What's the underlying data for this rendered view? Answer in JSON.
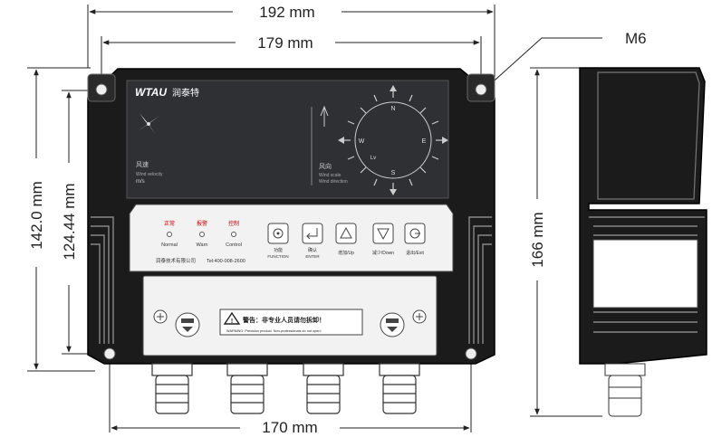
{
  "dimensions": {
    "total_width": "192 mm",
    "inner_width": "179 mm",
    "base_width": "170 mm",
    "total_height": "142.0  mm",
    "inner_height": "124.44  mm",
    "depth_side": "166 mm",
    "mount_screw": "M6"
  },
  "device": {
    "brand_logo": "WTAU",
    "brand_cn": "润泰特",
    "wind_speed_cn": "风速",
    "wind_speed_en": "Wind velocity",
    "wind_speed_unit": "m/s",
    "wind_dir_cn": "风向",
    "wind_dir_en1": "Wind scale",
    "wind_dir_en2": "Wind direction",
    "compass": {
      "n": "N",
      "e": "E",
      "s": "S",
      "w": "W",
      "lv": "Lv"
    },
    "indicators": [
      {
        "cn": "正常",
        "en": "Normal"
      },
      {
        "cn": "报警",
        "en": "Warn"
      },
      {
        "cn": "控制",
        "en": "Control"
      }
    ],
    "buttons": [
      {
        "cn": "功能",
        "en": "FUNCTION"
      },
      {
        "cn": "确认",
        "en": "ENTER"
      },
      {
        "cn": "增加/Up",
        "en": ""
      },
      {
        "cn": "减少/Down",
        "en": ""
      },
      {
        "cn": "退出/Exit",
        "en": ""
      }
    ],
    "company": "润泰技术有限公司",
    "tel": "Tel:400-008-2600",
    "warning_cn": "警告：非专业人员请勿拆卸！",
    "warning_en": "WARNING: Precision product. Non-professionals do not open!"
  }
}
